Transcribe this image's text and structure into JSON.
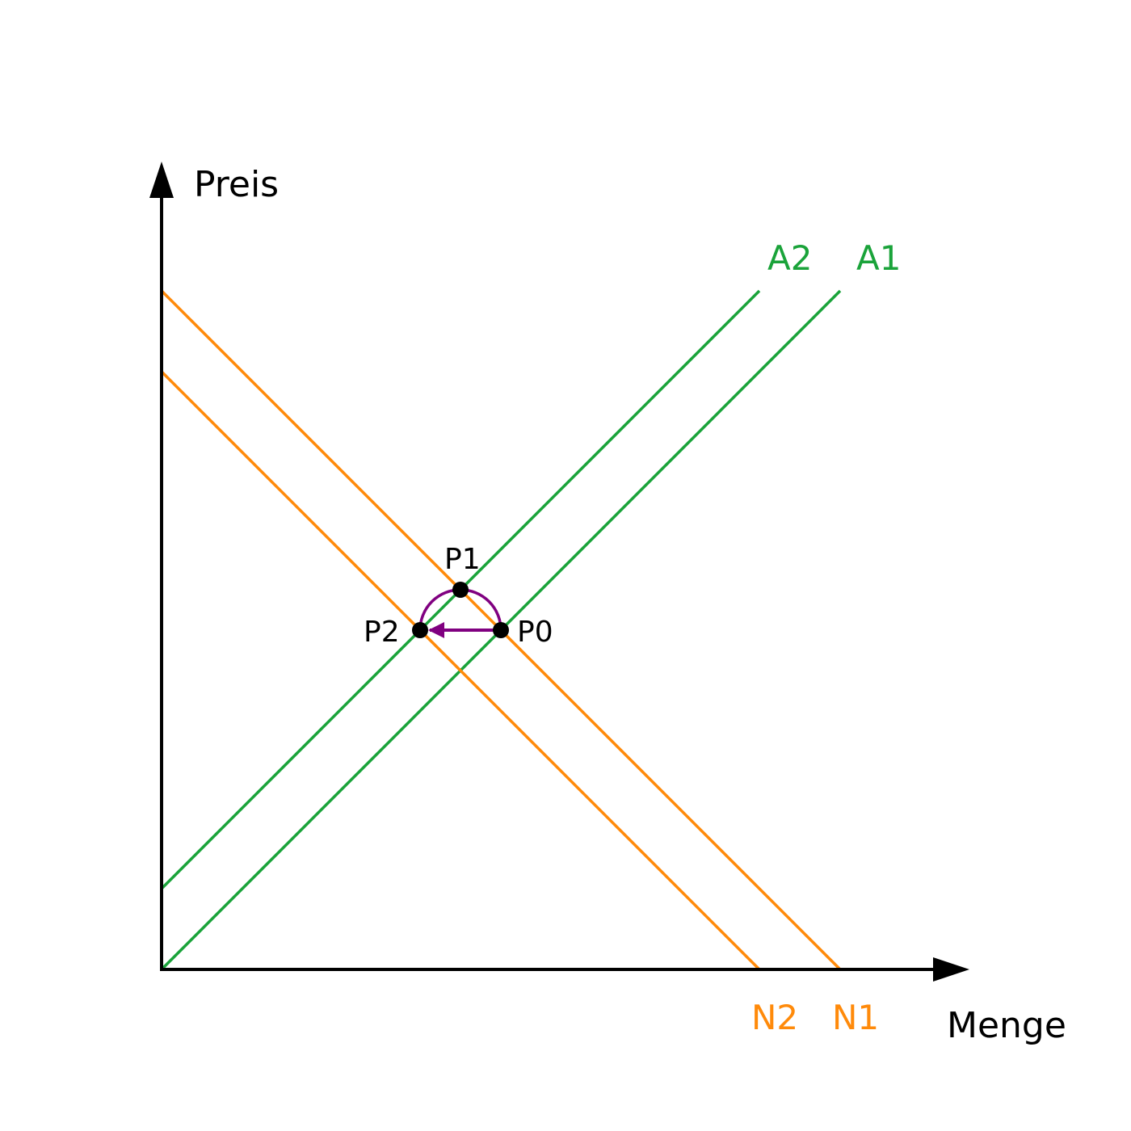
{
  "axes": {
    "y_label": "Preis",
    "x_label": "Menge"
  },
  "colors": {
    "axis": "#000000",
    "supply": "#1aa33a",
    "demand": "#ff8a0a",
    "shift": "#800080",
    "point": "#000000"
  },
  "supply_curves": [
    {
      "label": "A2"
    },
    {
      "label": "A1"
    }
  ],
  "demand_curves": [
    {
      "label": "N2"
    },
    {
      "label": "N1"
    }
  ],
  "points": [
    {
      "label": "P0"
    },
    {
      "label": "P1"
    },
    {
      "label": "P2"
    }
  ]
}
